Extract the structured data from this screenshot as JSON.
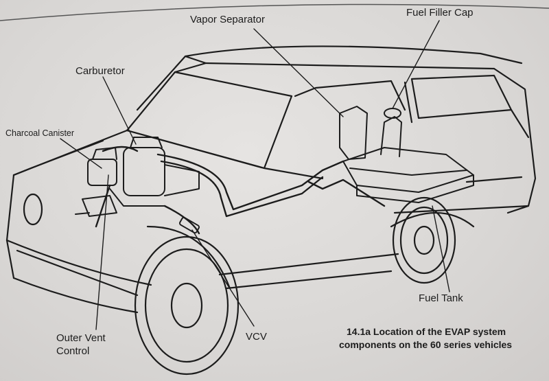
{
  "labels": {
    "vapor_separator": "Vapor Separator",
    "fuel_filler_cap": "Fuel Filler Cap",
    "carburetor": "Carburetor",
    "charcoal_canister": "Charcoal Canister",
    "fuel_tank": "Fuel Tank",
    "outer_vent_control_line1": "Outer Vent",
    "outer_vent_control_line2": "Control",
    "vcv": "VCV"
  },
  "caption": {
    "line1": "14.1a  Location of the EVAP system",
    "line2": "components on the 60 series vehicles"
  },
  "colors": {
    "ink": "#1c1c1c",
    "paper": "#d9d7d5"
  }
}
